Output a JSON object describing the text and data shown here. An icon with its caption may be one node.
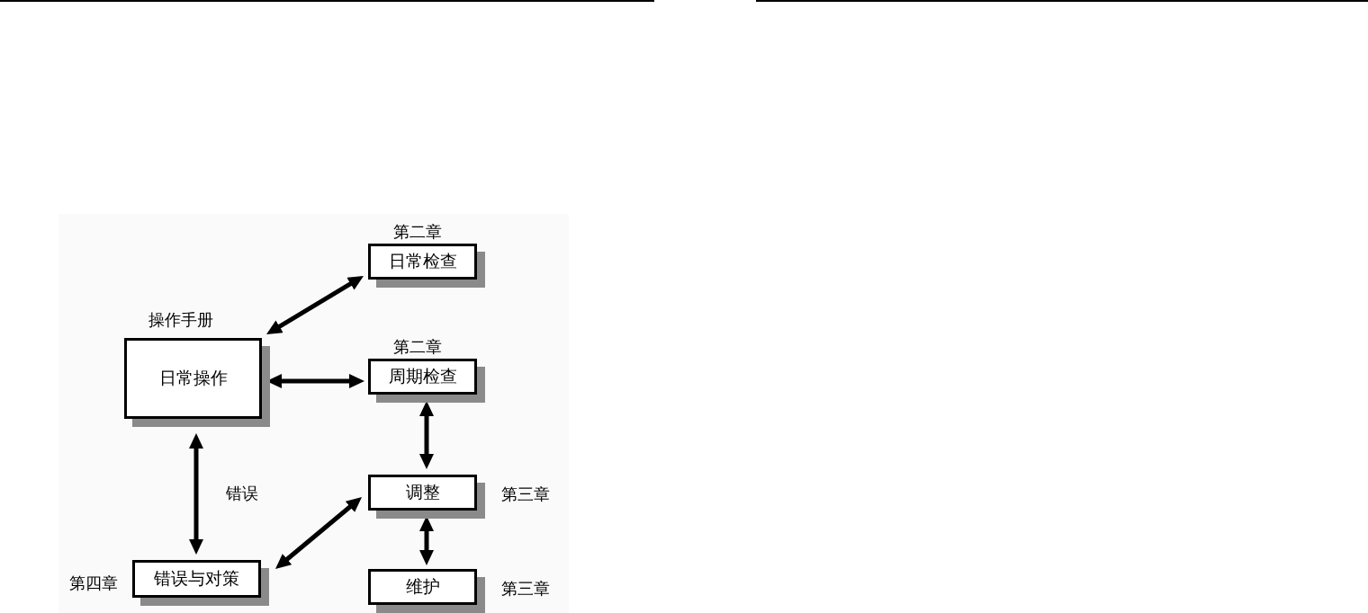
{
  "diagram": {
    "nodes": [
      {
        "text": [
          "日常操作"
        ],
        "beside": [
          "操作手册"
        ]
      },
      {
        "text": [
          "日常检查"
        ],
        "beside": [
          "第二章"
        ]
      },
      {
        "text": [
          "周期检查"
        ],
        "beside": [
          "第二章"
        ]
      },
      {
        "text": [
          "调整"
        ],
        "beside": [
          "第三章"
        ]
      },
      {
        "text": [
          "错误与对策"
        ],
        "beside": [
          "第四章"
        ]
      },
      {
        "text": [
          "维护"
        ],
        "beside": [
          "第三章"
        ]
      }
    ],
    "edges": [
      {
        "from": 0,
        "to": 1,
        "arrow": "both"
      },
      {
        "from": 0,
        "to": 2,
        "arrow": "both"
      },
      {
        "from": 2,
        "to": 3,
        "arrow": "both"
      },
      {
        "from": 0,
        "to": 4,
        "arrow": "both",
        "label": "错误"
      },
      {
        "from": 3,
        "to": 4,
        "arrow": "both"
      },
      {
        "from": 3,
        "to": 5,
        "arrow": "both"
      }
    ]
  }
}
